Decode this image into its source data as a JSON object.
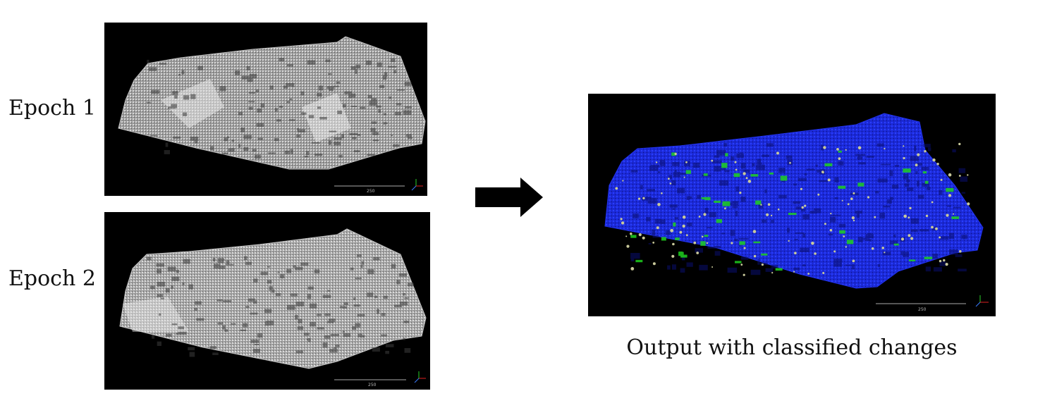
{
  "labels": {
    "epoch1": "Epoch 1",
    "epoch2": "Epoch 2",
    "output_caption": "Output with classified changes"
  },
  "panels": {
    "epoch1": {
      "scalebar": "250",
      "axes_icon": "xyz-axes-icon",
      "colors": {
        "background": "#000000",
        "cloud": "#c8c8c8"
      }
    },
    "epoch2": {
      "scalebar": "250",
      "axes_icon": "xyz-axes-icon",
      "colors": {
        "background": "#000000",
        "cloud": "#c8c8c8"
      }
    },
    "output": {
      "scalebar": "250",
      "axes_icon": "xyz-axes-icon",
      "colors": {
        "background": "#000000",
        "unchanged": "#1a2be0",
        "changed": "#1fd11f",
        "trees": "#c8c89a"
      }
    }
  },
  "arrow": {
    "icon": "right-arrow-icon",
    "color": "#000000"
  }
}
